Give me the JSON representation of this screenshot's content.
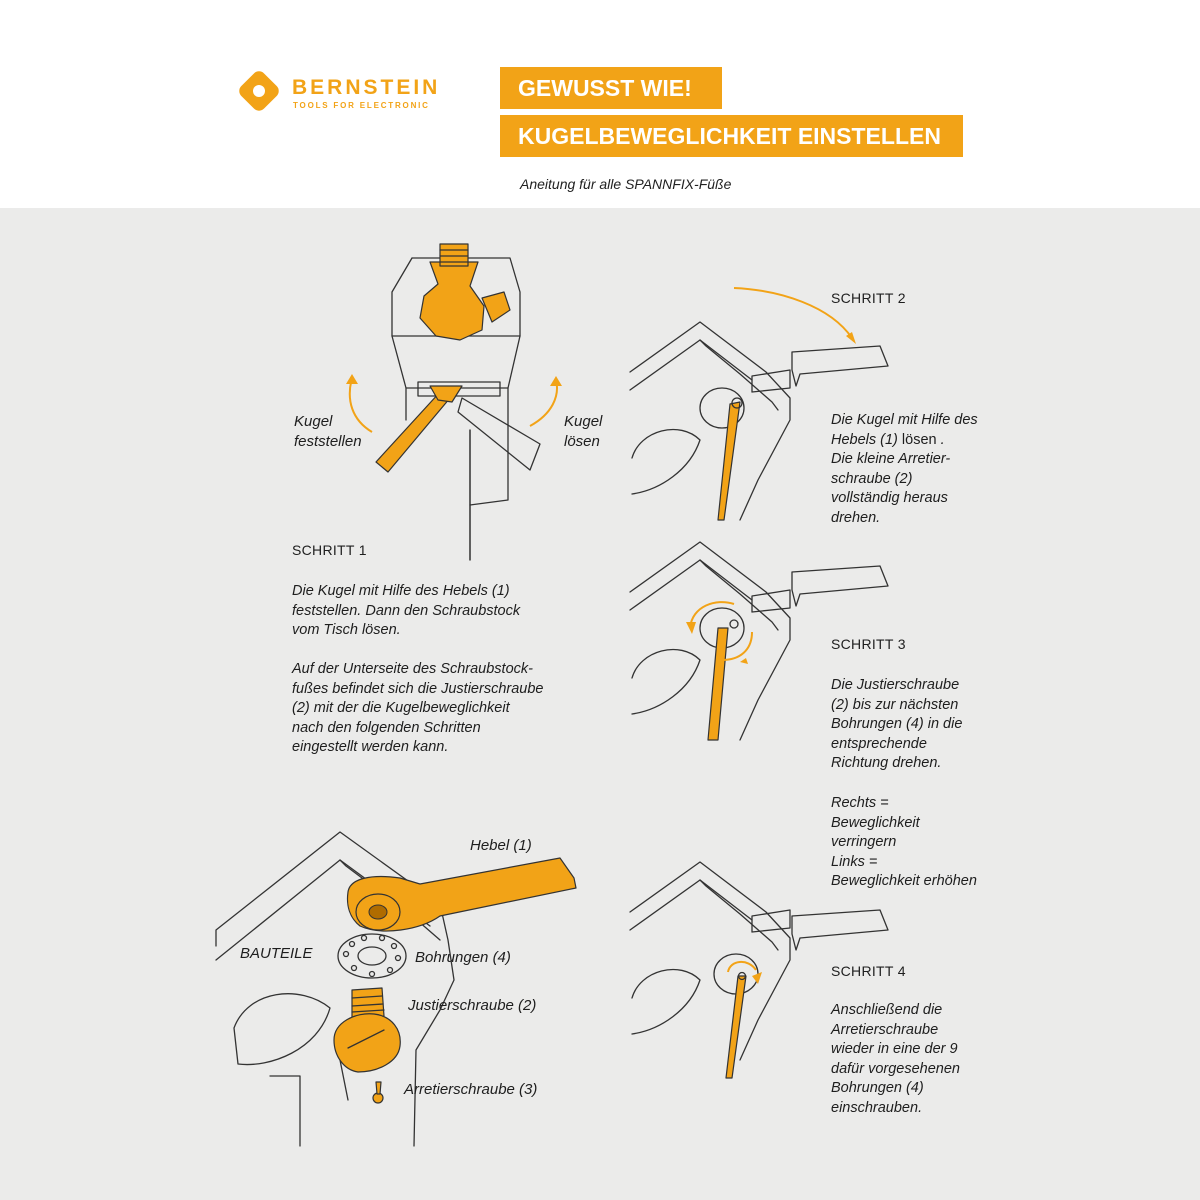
{
  "brand": {
    "name": "BERNSTEIN",
    "tagline": "TOOLS FOR ELECTRONIC",
    "color": "#f2a317"
  },
  "header": {
    "banner1": "GEWUSST WIE!",
    "banner2": "KUGELBEWEGLICHKEIT EINSTELLEN",
    "subtitle": "Aneitung für alle SPANNFIX-Füße"
  },
  "step1": {
    "title": "SCHRITT 1",
    "para1": "Die Kugel mit Hilfe des Hebels (1)\nfeststellen. Dann den Schraubstock\nvom Tisch lösen.",
    "para2": "Auf der Unterseite des Schraubstock-\nfußes befindet sich die Justierschraube\n(2) mit der die Kugelbeweglichkeit\nnach den folgenden Schritten\neingestellt werden kann.",
    "label_lock": "Kugel\nfeststellen",
    "label_release": "Kugel\nlösen"
  },
  "step2": {
    "title": "SCHRITT 2",
    "text_a": "Die Kugel mit Hilfe des\nHebels (1) ",
    "text_bold": "lösen",
    "text_b": " .\nDie kleine Arretier-\nschraube (2)\nvollständig heraus\ndrehen."
  },
  "step3": {
    "title": "SCHRITT 3",
    "text": "Die Justierschraube\n(2) bis zur nächsten\nBohrungen (4) in die\nentsprechende\nRichtung drehen.",
    "text2": "Rechts  =\nBeweglichkeit\nverringern\nLinks =\nBeweglichkeit erhöhen"
  },
  "step4": {
    "title": "SCHRITT 4",
    "text": "Anschließend die\nArretierschraube\nwieder in eine der 9\ndafür vorgesehenen\nBohrungen (4)\neinschrauben."
  },
  "parts": {
    "title": "BAUTEILE",
    "lever": "Hebel (1)",
    "holes": "Bohrungen (4)",
    "adjust_screw": "Justierschraube (2)",
    "lock_screw": "Arretierschraube (3)"
  },
  "icons": [
    "bernstein-logo-icon",
    "rotate-arrow-icon",
    "curved-arrow-icon"
  ]
}
